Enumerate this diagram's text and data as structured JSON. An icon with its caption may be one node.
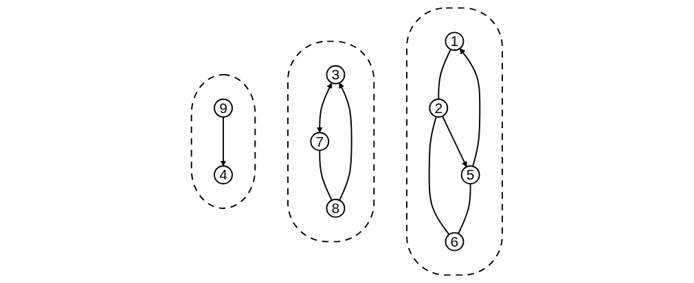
{
  "diagram": {
    "nodes": [
      {
        "text": [],
        "shape": "cloud"
      },
      {
        "text": [
          "1"
        ],
        "in": 0
      },
      {
        "text": [
          "2"
        ],
        "in": 0
      },
      {
        "text": [
          "5"
        ],
        "in": 0
      },
      {
        "text": [
          "6"
        ],
        "in": 0
      },
      {
        "text": [],
        "shape": "cloud"
      },
      {
        "text": [
          "3"
        ],
        "in": 5
      },
      {
        "text": [
          "7"
        ],
        "in": 5
      },
      {
        "text": [
          "8"
        ],
        "in": 5
      },
      {
        "text": [],
        "shape": "cloud"
      },
      {
        "text": [
          "4"
        ],
        "in": 9
      },
      {
        "text": [
          "9"
        ],
        "in": 9
      }
    ],
    "edges": [
      {
        "from": 1,
        "to": 2,
        "arrow": "none"
      },
      {
        "from": 3,
        "to": 1,
        "arrow": "to"
      },
      {
        "from": 2,
        "to": 3,
        "arrow": "to"
      },
      {
        "from": 2,
        "to": 4,
        "arrow": "none"
      },
      {
        "from": 3,
        "to": 4,
        "arrow": "none"
      },
      {
        "from": 6,
        "to": 7,
        "arrow": "both"
      },
      {
        "from": 8,
        "to": 6,
        "arrow": "to"
      },
      {
        "from": 7,
        "to": 8,
        "arrow": "none"
      },
      {
        "from": 11,
        "to": 10,
        "arrow": "to"
      }
    ]
  }
}
